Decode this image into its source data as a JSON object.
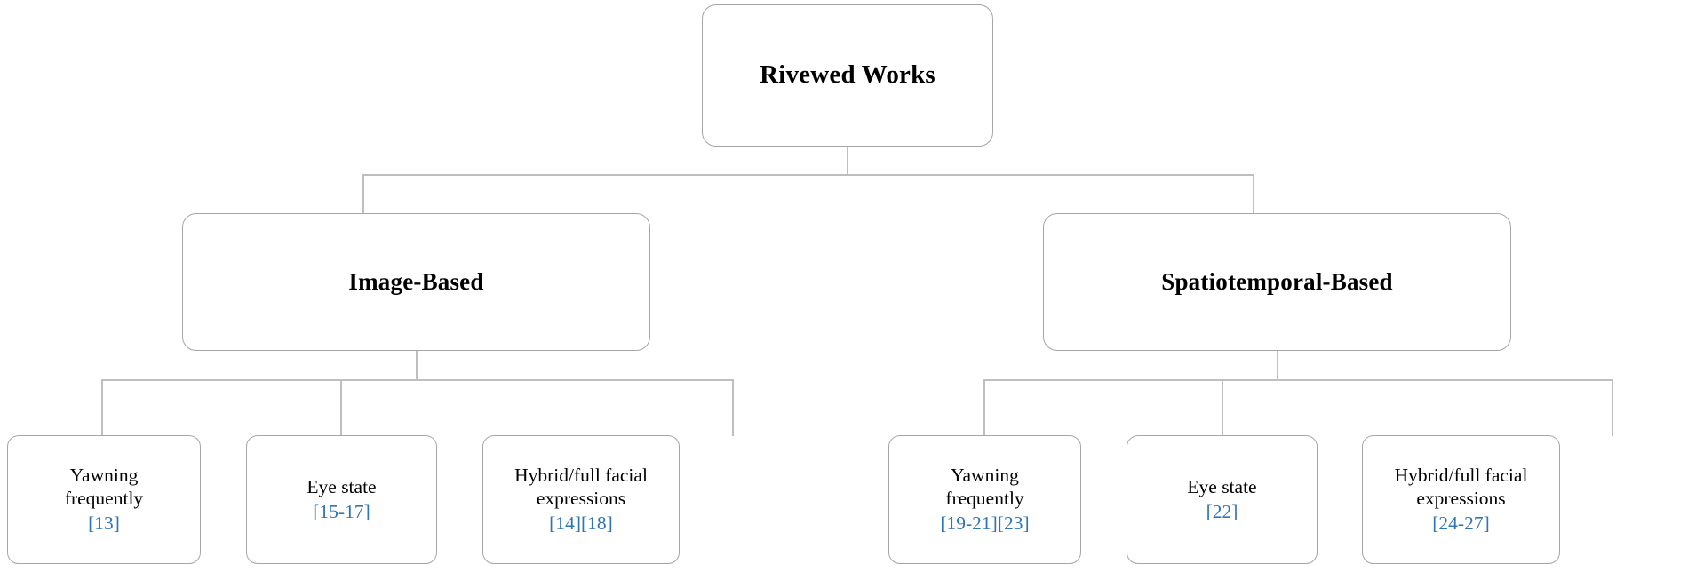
{
  "diagram": {
    "type": "hierarchy-tree",
    "levels": 3,
    "colors": {
      "node_border": "#a6a6a6",
      "connector": "#bfbfbf",
      "title_text": "#000000",
      "citation_text": "#2e75b6",
      "background": "#ffffff"
    },
    "root": {
      "label": "Rivewed Works"
    },
    "branches": [
      {
        "label": "Image-Based",
        "leaves": [
          {
            "title": "Yawning\nfrequently",
            "citation": "[13]"
          },
          {
            "title": "Eye state",
            "citation": "[15-17]"
          },
          {
            "title": "Hybrid/full facial\nexpressions",
            "citation": "[14][18]"
          }
        ]
      },
      {
        "label": "Spatiotemporal-Based",
        "leaves": [
          {
            "title": "Yawning\nfrequently",
            "citation": "[19-21][23]"
          },
          {
            "title": "Eye state",
            "citation": "[22]"
          },
          {
            "title": "Hybrid/full facial\nexpressions",
            "citation": "[24-27]"
          }
        ]
      }
    ]
  }
}
